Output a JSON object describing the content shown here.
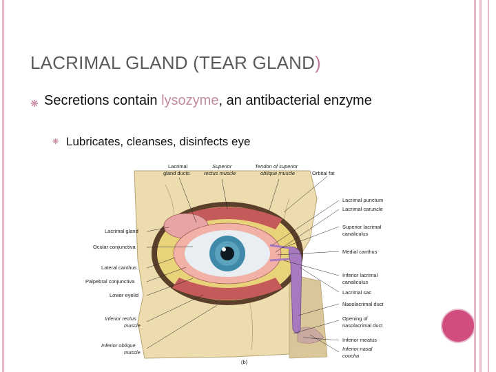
{
  "slide": {
    "title_main": "LACRIMAL GLAND (TEAR GLAND",
    "title_close": ")",
    "bullet1_pre": "Secretions contain ",
    "bullet1_hl": "lysozyme",
    "bullet1_post": ", an antibacterial enzyme",
    "bullet2": "Lubricates, cleanses, disinfects eye"
  },
  "figure": {
    "labels_top": {
      "lacrimal_gland_ducts_1": "Lacrimal",
      "lacrimal_gland_ducts_2": "gland ducts",
      "superior_rectus_1": "Superior",
      "superior_rectus_2": "rectus muscle",
      "tendon_1": "Tendon of superior",
      "tendon_2": "oblique muscle",
      "orbital_fat": "Orbital fat"
    },
    "labels_left": {
      "lacrimal_gland": "Lacrimal gland",
      "ocular_conjunctiva": "Ocular conjunctiva",
      "lateral_canthus": "Lateral canthus",
      "palpebral_conjunctiva": "Palpebral conjunctiva",
      "lower_eyelid": "Lower eyelid",
      "inferior_rectus_1": "Inferior rectus",
      "inferior_rectus_2": "muscle",
      "inferior_oblique_1": "Inferior oblique",
      "inferior_oblique_2": "muscle"
    },
    "labels_right": {
      "lacrimal_punctum": "Lacrimal punctum",
      "lacrimal_caruncle": "Lacrimal caruncle",
      "superior_canaliculus_1": "Superior lacrimal",
      "superior_canaliculus_2": "canaliculus",
      "medial_canthus": "Medial canthus",
      "inferior_canaliculus_1": "Inferior lacrimal",
      "inferior_canaliculus_2": "canaliculus",
      "lacrimal_sac": "Lacrimal sac",
      "nasolacrimal_duct": "Nasolacrimal duct",
      "opening_1": "Opening of",
      "opening_2": "nasolacrimal duct",
      "inferior_meatus": "Inferior meatus",
      "inferior_concha_1": "Inferior nasal",
      "inferior_concha_2": "concha"
    },
    "caption": "(b)"
  },
  "colors": {
    "accent": "#c07a9a",
    "decor_circle": "#d14d80",
    "frame": "#e8b9c9"
  }
}
